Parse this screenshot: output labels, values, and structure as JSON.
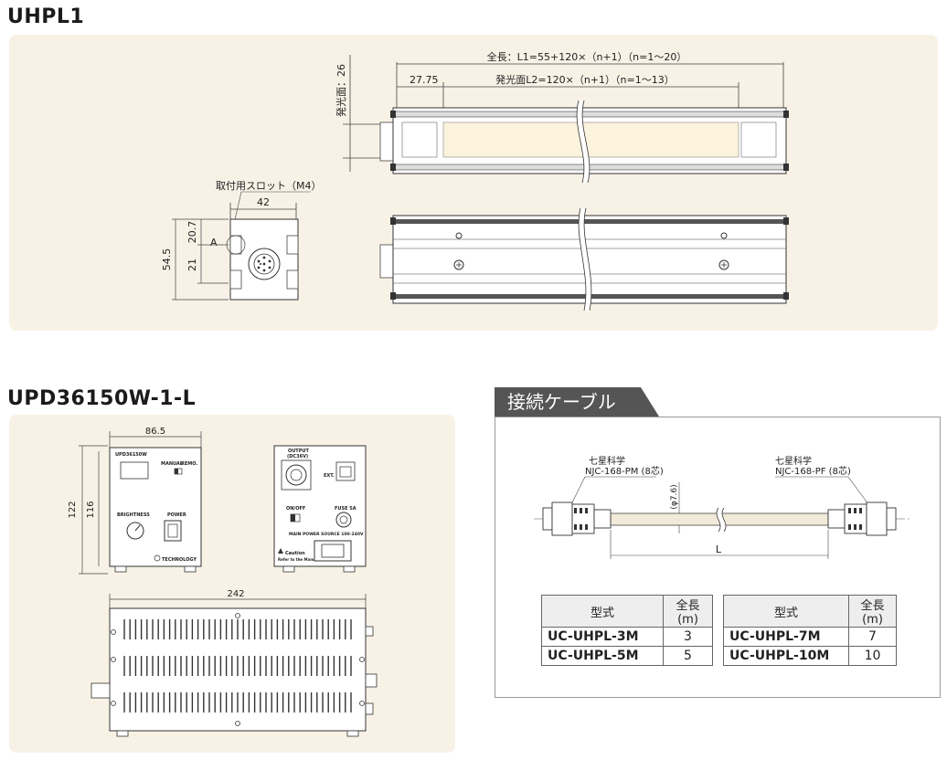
{
  "sections": {
    "uhpl": {
      "title": "UHPL1"
    },
    "upd": {
      "title": "UPD36150W-1-L"
    },
    "cable": {
      "tag": "接続ケーブル"
    }
  },
  "uhpl_drawing": {
    "total_length": "全長：L1=55+120×（n+1）（n=1～20）",
    "light_length": "発光面L2=120×（n+1）（n=1～13）",
    "offset": "27.75",
    "light_height": "発光面：26",
    "slot_label": "取付用スロット（M4）",
    "width": "42",
    "h_total": "54.5",
    "h_upper": "20.7",
    "h_lower": "21",
    "detail": "A"
  },
  "upd_drawing": {
    "front_width": "86.5",
    "height_outer": "122",
    "height_inner": "116",
    "side_length": "242",
    "front_model": "UPD36150W",
    "front_manual": "MANUAL",
    "front_remote": "REMO.",
    "front_brightness": "BRIGHTNESS",
    "front_power": "POWER",
    "front_brand": "TECHNOLOGY",
    "rear_output": "OUTPUT",
    "rear_output_sub": "(DC36V)",
    "rear_ext": "EXT.",
    "rear_onoff": "ON/OFF",
    "rear_fuse": "FUSE 5A",
    "rear_main": "MAIN POWER SOURCE 100-240V",
    "rear_caution": "Caution",
    "rear_caution_sub": "Refer to the Manual"
  },
  "cable_drawing": {
    "left_maker": "七星科学",
    "left_part": "NJC-168-PM (8芯)",
    "right_maker": "七星科学",
    "right_part": "NJC-168-PF (8芯)",
    "diameter": "(φ7.6)",
    "length": "L"
  },
  "cable_table_left": {
    "headers": [
      "型式",
      "全長(m)"
    ],
    "rows": [
      [
        "UC-UHPL-3M",
        "3"
      ],
      [
        "UC-UHPL-5M",
        "5"
      ]
    ]
  },
  "cable_table_right": {
    "headers": [
      "型式",
      "全長(m)"
    ],
    "rows": [
      [
        "UC-UHPL-7M",
        "7"
      ],
      [
        "UC-UHPL-10M",
        "10"
      ]
    ]
  },
  "colors": {
    "panel": "#f8f2e6",
    "light_face": "#fbf3dc",
    "tag_bg": "#555555"
  }
}
